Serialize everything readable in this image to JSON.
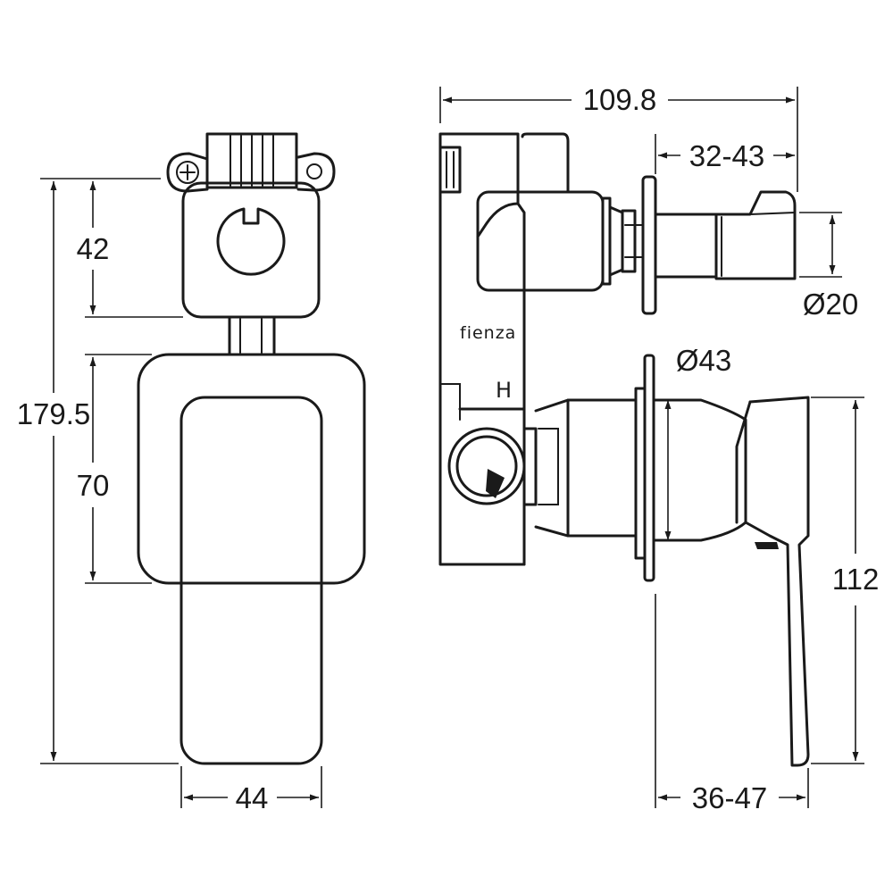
{
  "dimensions": {
    "overall_height": "179.5",
    "mount_height": "42",
    "plate_height": "70",
    "plate_width": "44",
    "total_depth": "109.8",
    "spout_projection": "32-43",
    "spout_diameter": "Ø20",
    "plate_diameter": "Ø43",
    "lever_height": "112",
    "lever_projection": "36-47"
  },
  "labels": {
    "brand": "fienza",
    "hot_marking": "H"
  }
}
